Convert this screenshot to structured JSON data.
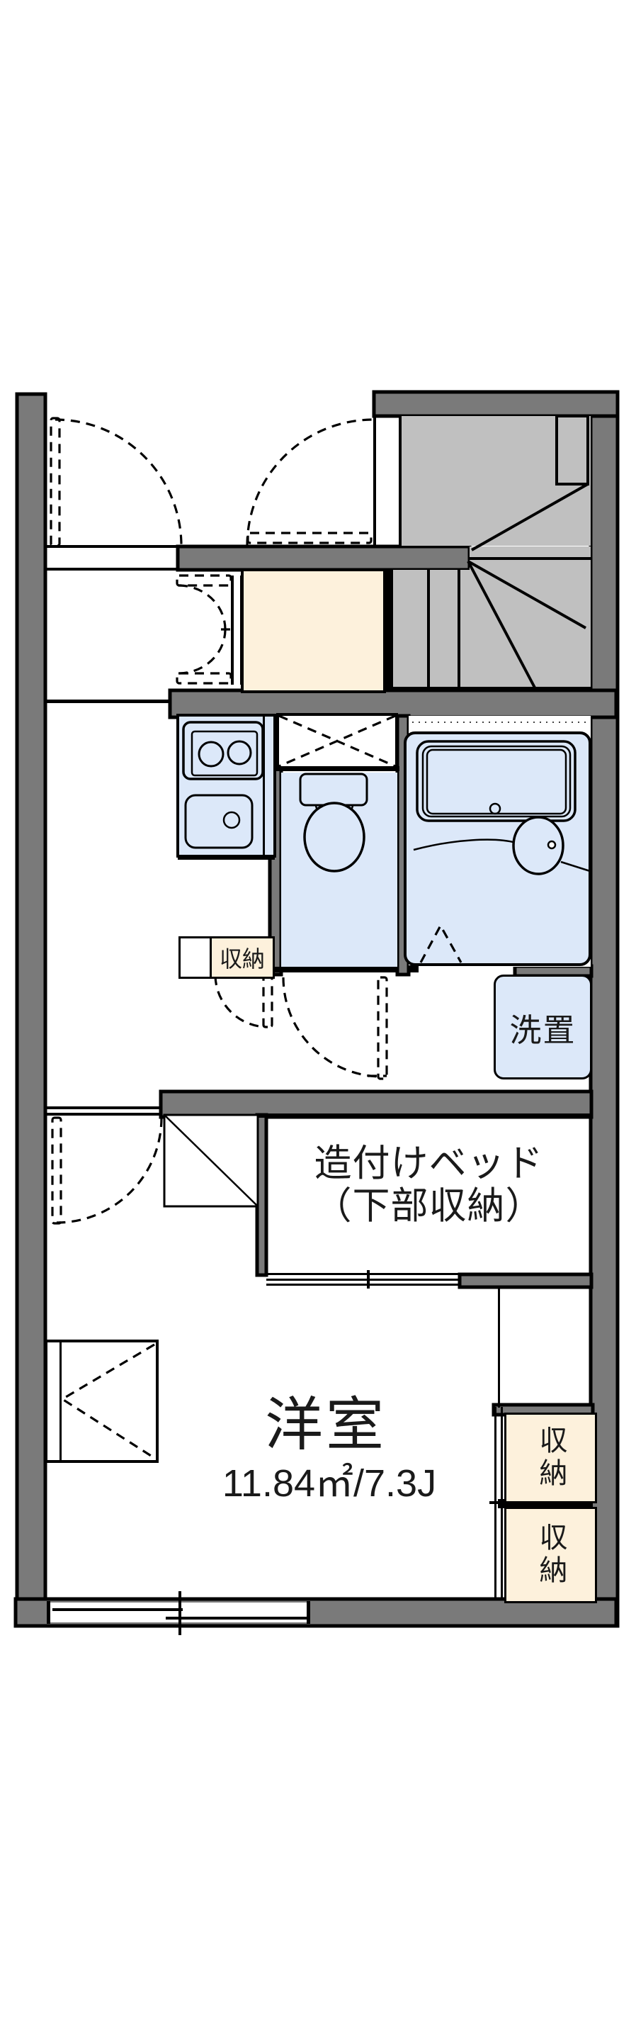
{
  "palette": {
    "wall_gray": "#7a7a7a",
    "stairs_gray": "#c0c0c0",
    "fixture_blue": "#dce8f9",
    "storage_cream": "#fdf1dc",
    "line_black": "#000000",
    "background": "#ffffff"
  },
  "labels": {
    "built_in_bed_line1": "造付けベッド",
    "built_in_bed_line2": "（下部収納）",
    "room_name": "洋室",
    "room_area": "11.84㎡/7.3J",
    "washer_space": "洗置",
    "hall_storage": "収納",
    "bedroom_closet_upper": "収納",
    "bedroom_closet_lower": "収納"
  }
}
